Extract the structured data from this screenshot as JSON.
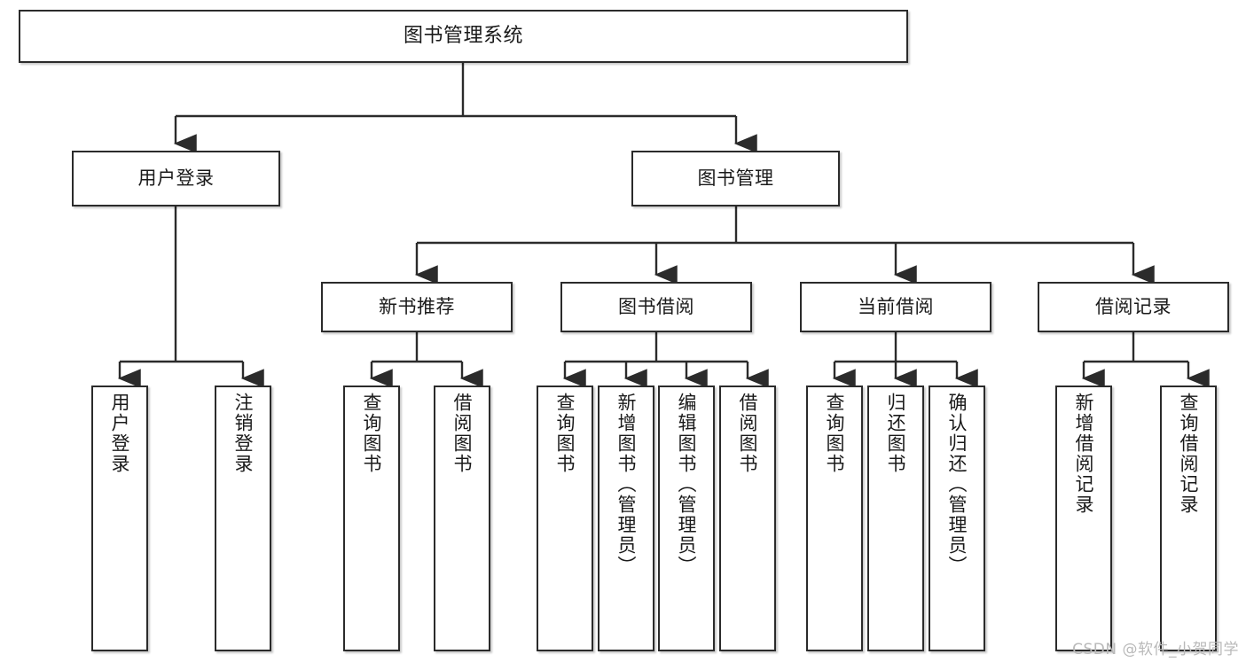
{
  "diagram": {
    "title": "图书管理系统",
    "type": "tree-hierarchy-chart",
    "watermark": "CSDN @软件_小贺同学",
    "colors": {
      "box_border": "#2b2b2b",
      "box_fill": "#ffffff",
      "connector": "#2b2b2b",
      "text": "#1a1a1a",
      "watermark": "#b9b9b9",
      "background": "#ffffff"
    },
    "nodes": {
      "root": {
        "label": "图书管理系统"
      },
      "level2": [
        {
          "id": "user-login",
          "label": "用户登录"
        },
        {
          "id": "book-manage",
          "label": "图书管理"
        }
      ],
      "level3": [
        {
          "id": "new-book-recommend",
          "label": "新书推荐"
        },
        {
          "id": "book-borrow",
          "label": "图书借阅"
        },
        {
          "id": "current-borrow",
          "label": "当前借阅"
        },
        {
          "id": "borrow-record",
          "label": "借阅记录"
        }
      ],
      "leaves": {
        "user-login": [
          {
            "id": "leaf-user-login",
            "label": "用户登录"
          },
          {
            "id": "leaf-logout",
            "label": "注销登录"
          }
        ],
        "new-book-recommend": [
          {
            "id": "leaf-query-book-1",
            "label": "查询图书"
          },
          {
            "id": "leaf-borrow-book-1",
            "label": "借阅图书"
          }
        ],
        "book-borrow": [
          {
            "id": "leaf-query-book-2",
            "label": "查询图书"
          },
          {
            "id": "leaf-add-book",
            "label": "新增图书（管理员）"
          },
          {
            "id": "leaf-edit-book",
            "label": "编辑图书（管理员）"
          },
          {
            "id": "leaf-borrow-book-2",
            "label": "借阅图书"
          }
        ],
        "current-borrow": [
          {
            "id": "leaf-query-book-3",
            "label": "查询图书"
          },
          {
            "id": "leaf-return-book",
            "label": "归还图书"
          },
          {
            "id": "leaf-confirm-return",
            "label": "确认归还（管理员）"
          }
        ],
        "borrow-record": [
          {
            "id": "leaf-add-record",
            "label": "新增借阅记录"
          },
          {
            "id": "leaf-query-record",
            "label": "查询借阅记录"
          }
        ]
      }
    }
  }
}
